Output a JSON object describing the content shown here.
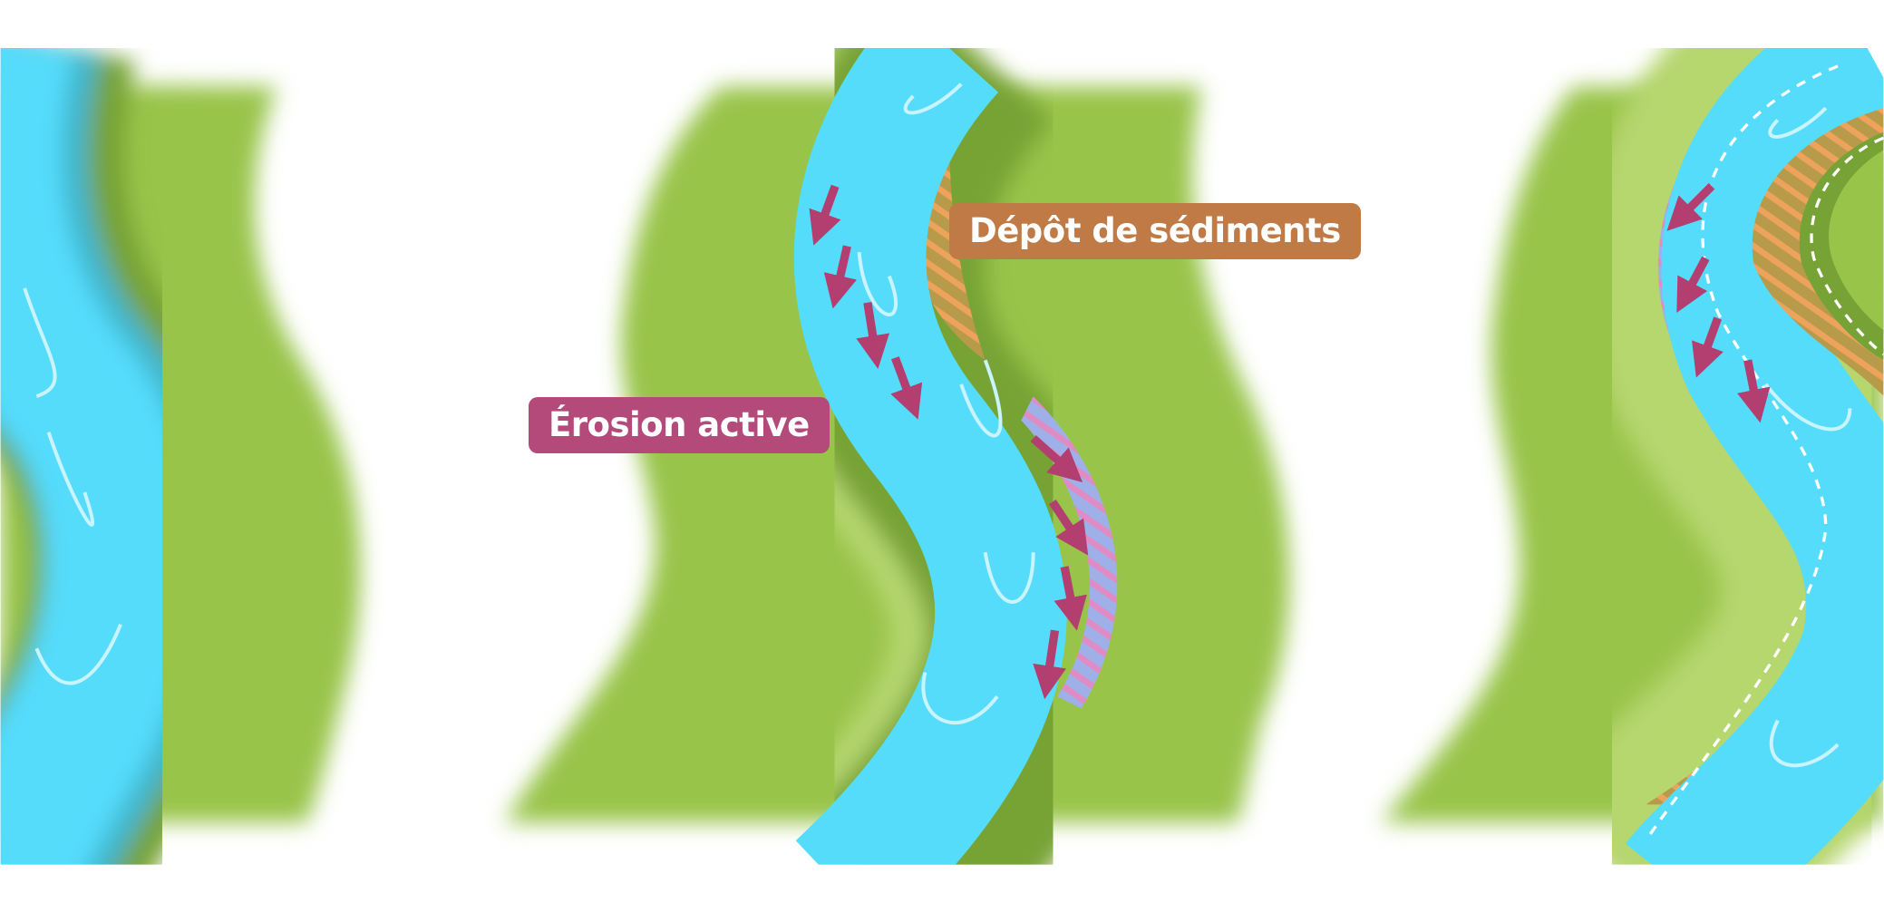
{
  "labels": {
    "deposit": "Dépôt de sédiments",
    "erosion": "Érosion active"
  },
  "colors": {
    "land": "#98c449",
    "land_light": "#b6d66e",
    "land_dark": "#77a336",
    "water": "#55dcfb",
    "water_dark": "#3fb6cc",
    "erosion_label": "#b34a7a",
    "deposit_label": "#bf7a45",
    "arrow": "#b23f6f",
    "deposit_hatch": "#eda35c",
    "erosion_hatch": "#e08bc4"
  },
  "panels": [
    "meander-stage-1",
    "meander-stage-2",
    "meander-stage-3"
  ]
}
